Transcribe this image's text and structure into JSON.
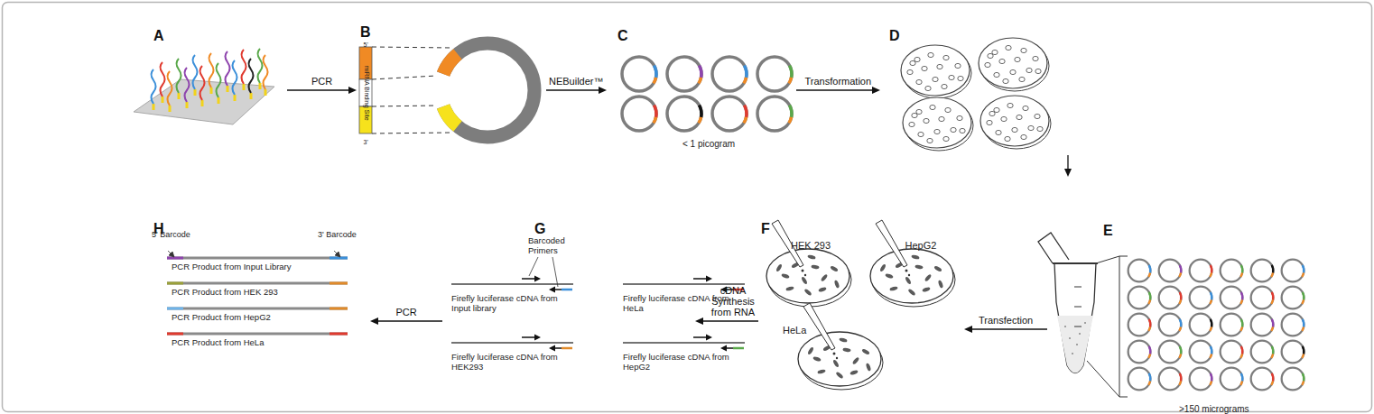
{
  "diagram": {
    "nodes": [
      {
        "text": [
          "A"
        ]
      },
      {
        "text": [
          "B"
        ]
      },
      {
        "text": [
          "C"
        ]
      },
      {
        "text": [
          "D"
        ]
      },
      {
        "text": [
          "E"
        ]
      },
      {
        "text": [
          "F"
        ]
      },
      {
        "text": [
          "G"
        ]
      },
      {
        "text": [
          "H"
        ]
      }
    ],
    "edges": [
      {
        "from": 0,
        "to": 1,
        "arrow": "to",
        "label": "PCR"
      },
      {
        "from": 1,
        "to": 2,
        "arrow": "to",
        "label": "NEBuilder™"
      },
      {
        "from": 2,
        "to": 3,
        "arrow": "to",
        "label": "Transformation"
      },
      {
        "from": 3,
        "to": 4,
        "arrow": "to"
      },
      {
        "from": 4,
        "to": 5,
        "arrow": "to",
        "label": "Transfection"
      },
      {
        "from": 5,
        "to": 6,
        "arrow": "to",
        "label": "cDNA Synthesis from RNA"
      },
      {
        "from": 6,
        "to": 7,
        "arrow": "to",
        "label": "PCR"
      }
    ],
    "labels": [
      "5'",
      "miRNA Binding Site",
      "3'",
      "< 1 picogram",
      ">150 micrograms",
      "HEK 293",
      "HepG2",
      "HeLa",
      "Barcoded Primers",
      "Firefly luciferase cDNA from Input library",
      "Firefly luciferase cDNA from HeLa",
      "Firefly luciferase cDNA from HEK293",
      "Firefly luciferase cDNA from HepG2",
      "5' Barcode",
      "3' Barcode",
      "PCR Product from Input Library",
      "PCR Product from HEK 293",
      "PCR Product from HepG2",
      "PCR Product from HeLa"
    ]
  }
}
